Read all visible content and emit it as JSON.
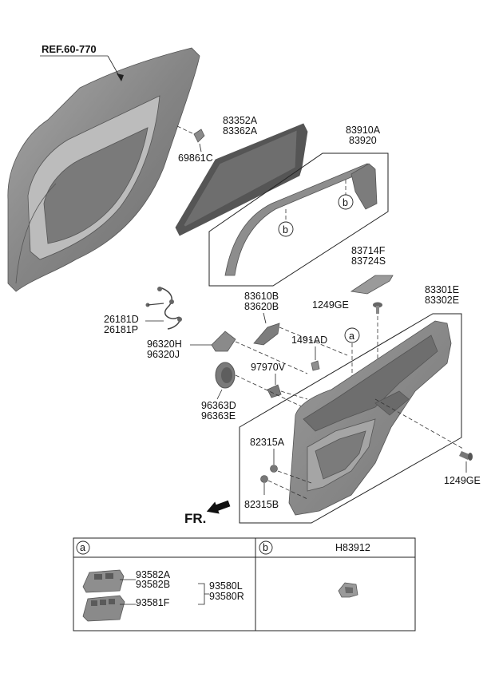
{
  "diagram": {
    "ref_label": "REF.60-770",
    "parts": {
      "glass_run_1": "83352A",
      "glass_run_2": "83362A",
      "clip": "69861C",
      "moulding_1": "83910A",
      "moulding_2": "83920",
      "trim_piece_1": "83714F",
      "trim_piece_2": "83724S",
      "panel_1": "83301E",
      "panel_2": "83302E",
      "screw_top": "1249GE",
      "screw_bottom": "1249GE",
      "harness_1": "26181D",
      "harness_2": "26181P",
      "handle_1": "83610B",
      "handle_2": "83620B",
      "clip_panel": "1491AD",
      "tweeter_1": "96320H",
      "tweeter_2": "96320J",
      "connector": "97970V",
      "speaker_1": "96363D",
      "speaker_2": "96363E",
      "fastener_a": "82315A",
      "fastener_b": "82315B"
    },
    "callouts": {
      "a": "a",
      "b": "b"
    },
    "fr_label": "FR."
  },
  "table": {
    "col_a_marker": "a",
    "col_b_marker": "b",
    "col_b_header": "H83912",
    "switch_1": "93582A",
    "switch_2": "93582B",
    "switch_3": "93581F",
    "assy_1": "93580L",
    "assy_2": "93580R"
  },
  "colors": {
    "part_fill": "#8c8c8c",
    "part_dark": "#5e5e5e",
    "part_light": "#bdbdbd",
    "line": "#222222"
  }
}
